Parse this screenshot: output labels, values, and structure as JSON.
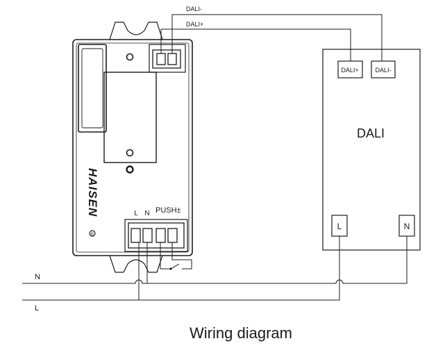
{
  "caption": "Wiring diagram",
  "wires": {
    "dali_minus": "DALI-",
    "dali_plus": "DALI+",
    "neutral": "N",
    "live": "L"
  },
  "sensor": {
    "brand": "HAISEN",
    "terminal_labels": {
      "live": "L",
      "neutral": "N",
      "push": "PUSH±"
    }
  },
  "dali_driver": {
    "title": "DALI",
    "terminal_plus": "DALI+",
    "terminal_minus": "DALI-",
    "terminal_live": "L",
    "terminal_neutral": "N"
  }
}
